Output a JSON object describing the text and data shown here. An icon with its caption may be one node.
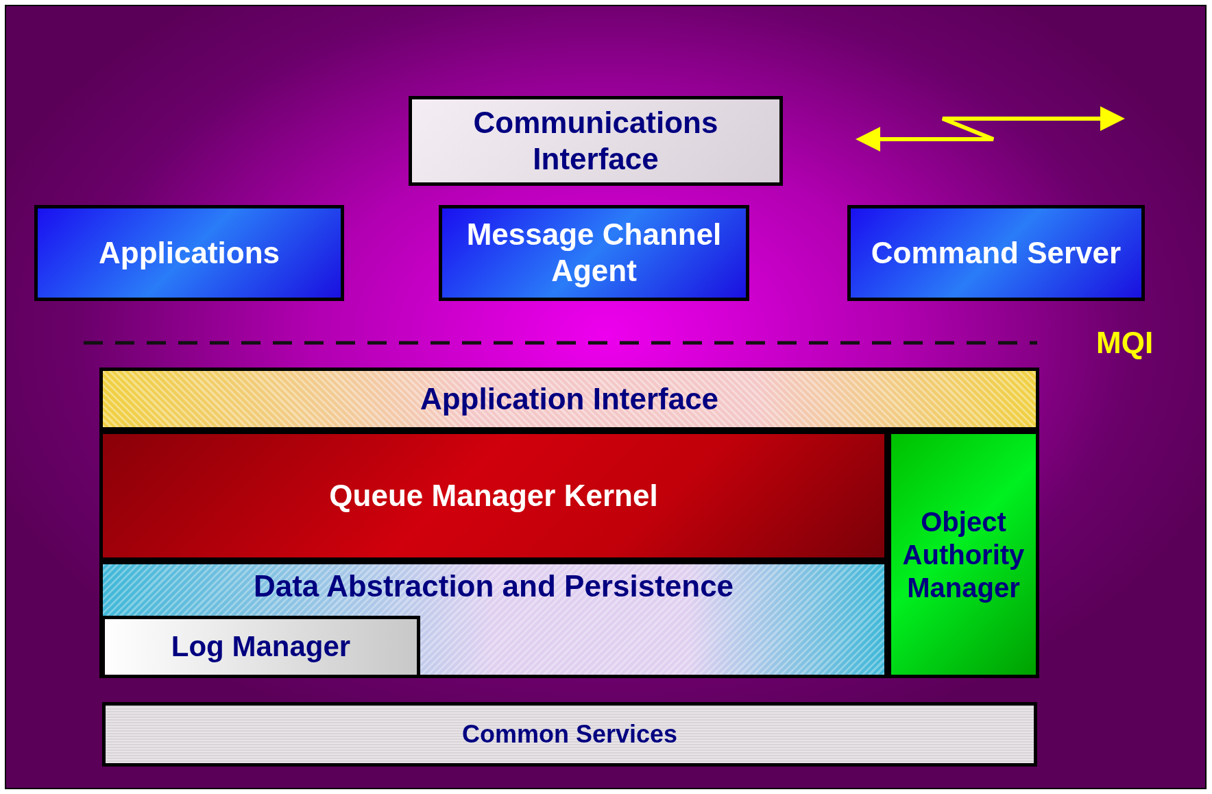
{
  "diagram": {
    "nodes": [
      {
        "text": [
          "Communications Interface"
        ]
      },
      {
        "text": [
          "Applications"
        ]
      },
      {
        "text": [
          "Message Channel Agent"
        ]
      },
      {
        "text": [
          "Command Server"
        ]
      },
      {
        "text": [
          "Application Interface"
        ]
      },
      {
        "text": [
          "Queue Manager Kernel"
        ]
      },
      {
        "text": [
          "Object Authority Manager"
        ]
      },
      {
        "text": [
          "Data Abstraction and Persistence"
        ]
      },
      {
        "text": [
          "Log Manager"
        ],
        "in": 7
      },
      {
        "text": [
          "Common Services"
        ]
      }
    ],
    "edges": [],
    "labels": [
      "MQI"
    ]
  }
}
